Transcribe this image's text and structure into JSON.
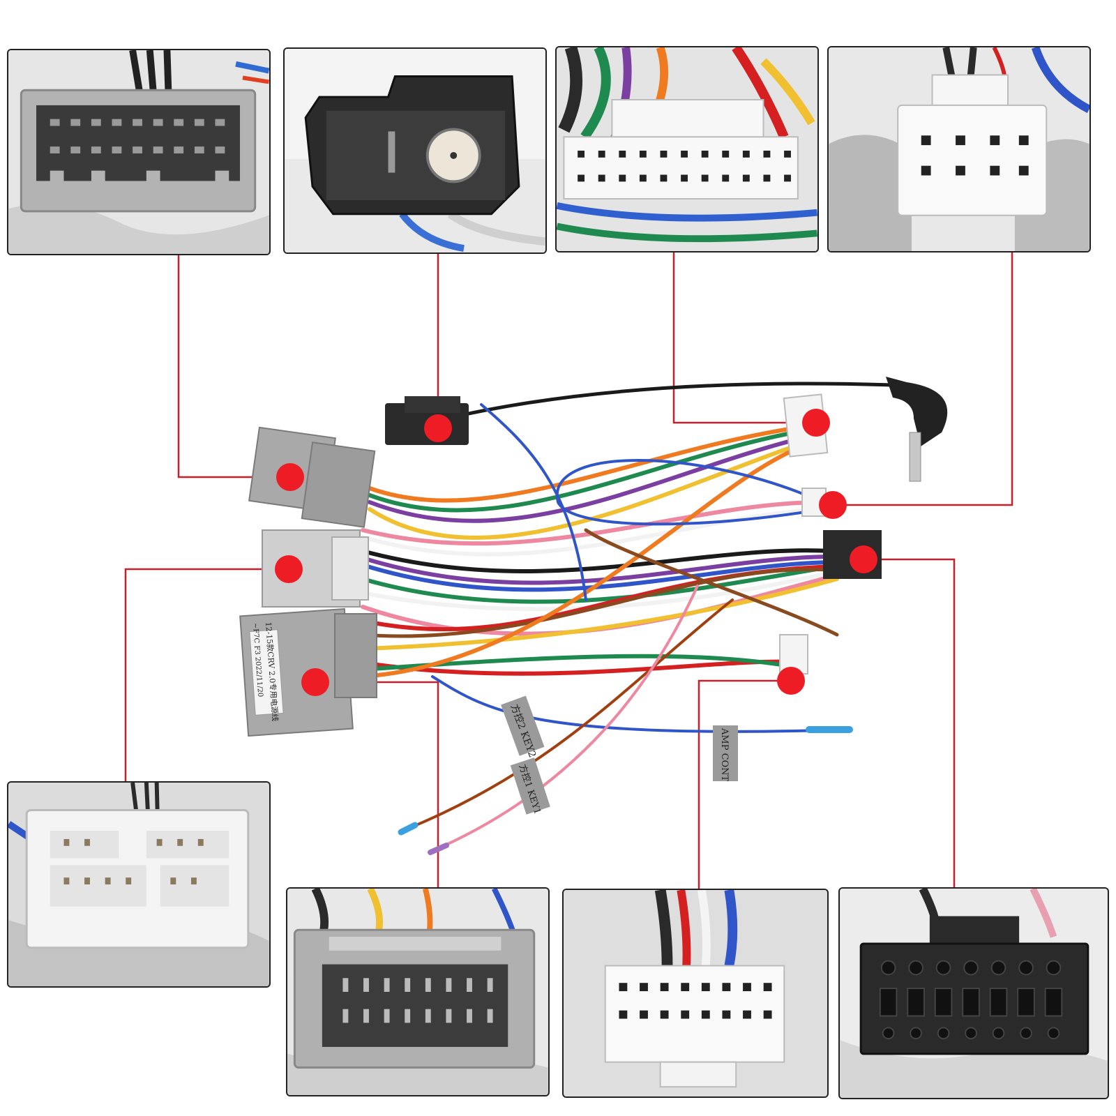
{
  "colors": {
    "callout": "#c8202a",
    "marker": "#ee1c24",
    "frame": "#222222",
    "plug_gray": "#a9a9a9",
    "plug_white": "#f2f2f2",
    "plug_black": "#2a2a2a"
  },
  "harness": {
    "sticker_line1": "12-15款CRV 2.0专用电源线",
    "sticker_line2": "~F7C   F3 2022/11/20"
  },
  "tags": {
    "key2": "方控2 KEY2",
    "key1": "方控1 KEY1",
    "amp": "AMP CONT"
  },
  "connectors": [
    {
      "id": "gray-20pin"
    },
    {
      "id": "black-antenna-adapter"
    },
    {
      "id": "white-24pin"
    },
    {
      "id": "white-8pin"
    },
    {
      "id": "white-16pin"
    },
    {
      "id": "gray-20pin-labeled"
    },
    {
      "id": "white-20pin"
    },
    {
      "id": "black-16pin"
    }
  ]
}
